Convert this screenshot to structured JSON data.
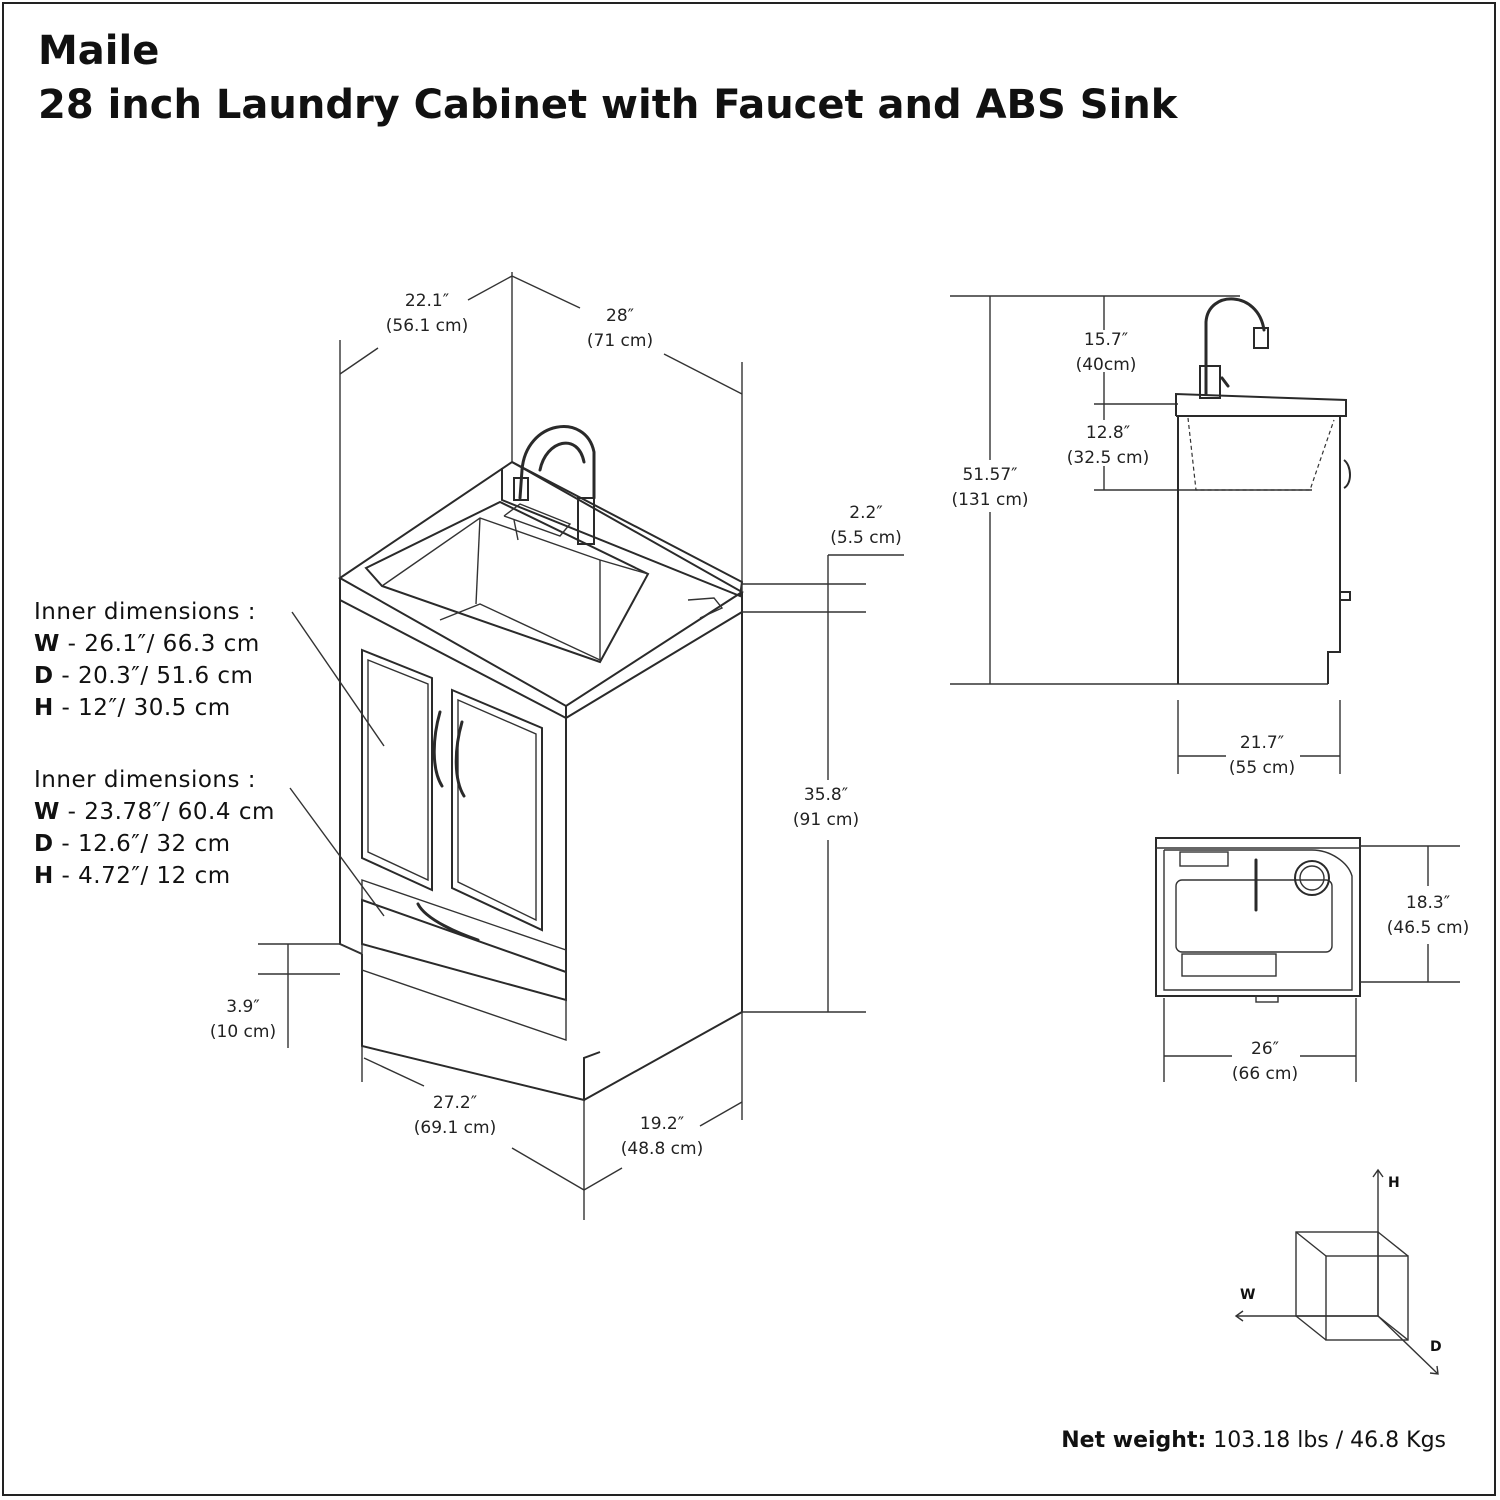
{
  "header": {
    "brand": "Maile",
    "product": "28 inch Laundry Cabinet with Faucet and ABS Sink"
  },
  "dimensions": {
    "top_depth": {
      "in": "22.1″",
      "cm": "(56.1 cm)"
    },
    "top_width": {
      "in": "28″",
      "cm": "(71 cm)"
    },
    "backsplash": {
      "in": "2.2″",
      "cm": "(5.5 cm)"
    },
    "cabinet_height": {
      "in": "35.8″",
      "cm": "(91 cm)"
    },
    "toe_kick": {
      "in": "3.9″",
      "cm": "(10 cm)"
    },
    "base_width": {
      "in": "27.2″",
      "cm": "(69.1 cm)"
    },
    "base_depth": {
      "in": "19.2″",
      "cm": "(48.8 cm)"
    },
    "faucet_height": {
      "in": "15.7″",
      "cm": "(40cm)"
    },
    "sink_depth": {
      "in": "12.8″",
      "cm": "(32.5 cm)"
    },
    "total_height": {
      "in": "51.57″",
      "cm": "(131 cm)"
    },
    "side_depth": {
      "in": "21.7″",
      "cm": "(55 cm)"
    },
    "top_view_depth": {
      "in": "18.3″",
      "cm": "(46.5 cm)"
    },
    "top_view_width": {
      "in": "26″",
      "cm": "(66 cm)"
    }
  },
  "inner_sink": {
    "heading": "Inner dimensions :",
    "rows": [
      {
        "key": "W",
        "value": " - 26.1″/ 66.3 cm"
      },
      {
        "key": "D",
        "value": " - 20.3″/ 51.6 cm"
      },
      {
        "key": "H",
        "value": " - 12″/ 30.5 cm"
      }
    ]
  },
  "inner_drawer": {
    "heading": "Inner dimensions :",
    "rows": [
      {
        "key": "W",
        "value": " - 23.78″/ 60.4 cm"
      },
      {
        "key": "D",
        "value": " - 12.6″/ 32 cm"
      },
      {
        "key": "H",
        "value": " - 4.72″/ 12 cm"
      }
    ]
  },
  "axes": {
    "h": "H",
    "w": "W",
    "d": "D"
  },
  "weight": {
    "label": "Net weight:",
    "value": " 103.18 lbs / 46.8 Kgs"
  }
}
